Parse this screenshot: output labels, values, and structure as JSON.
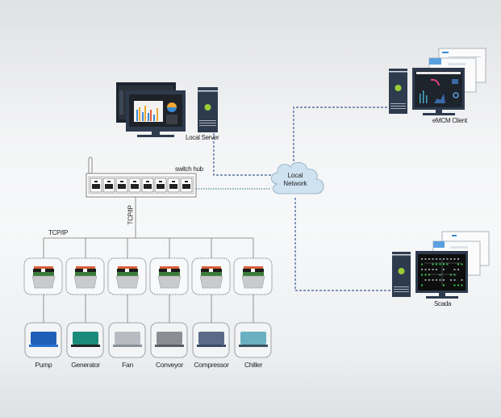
{
  "diagram": {
    "nodes": {
      "local_server": {
        "label": "Local Server"
      },
      "switch_hub": {
        "label": "switch hub"
      },
      "local_network": {
        "label_line1": "Local",
        "label_line2": "Network"
      },
      "emcm_client": {
        "label": "eMCM Client"
      },
      "scada": {
        "label": "Scada"
      }
    },
    "protocol_labels": {
      "vertical": "TCP/IP",
      "horizontal": "TCP/IP"
    },
    "controller_modules_count": 6,
    "equipment": [
      {
        "label": "Pump",
        "icon": "pump-icon"
      },
      {
        "label": "Generator",
        "icon": "generator-icon"
      },
      {
        "label": "Fan",
        "icon": "fan-icon"
      },
      {
        "label": "Conveyor",
        "icon": "conveyor-icon"
      },
      {
        "label": "Compressor",
        "icon": "compressor-icon"
      },
      {
        "label": "Chiller",
        "icon": "chiller-icon"
      }
    ],
    "colors": {
      "dark_frame": "#2e3b4e",
      "server_led": "#9bcc3a",
      "dashed_link": "#3a5a9a",
      "cloud_fill": "#cfe2f0",
      "cloud_stroke": "#8aa8c0"
    }
  }
}
